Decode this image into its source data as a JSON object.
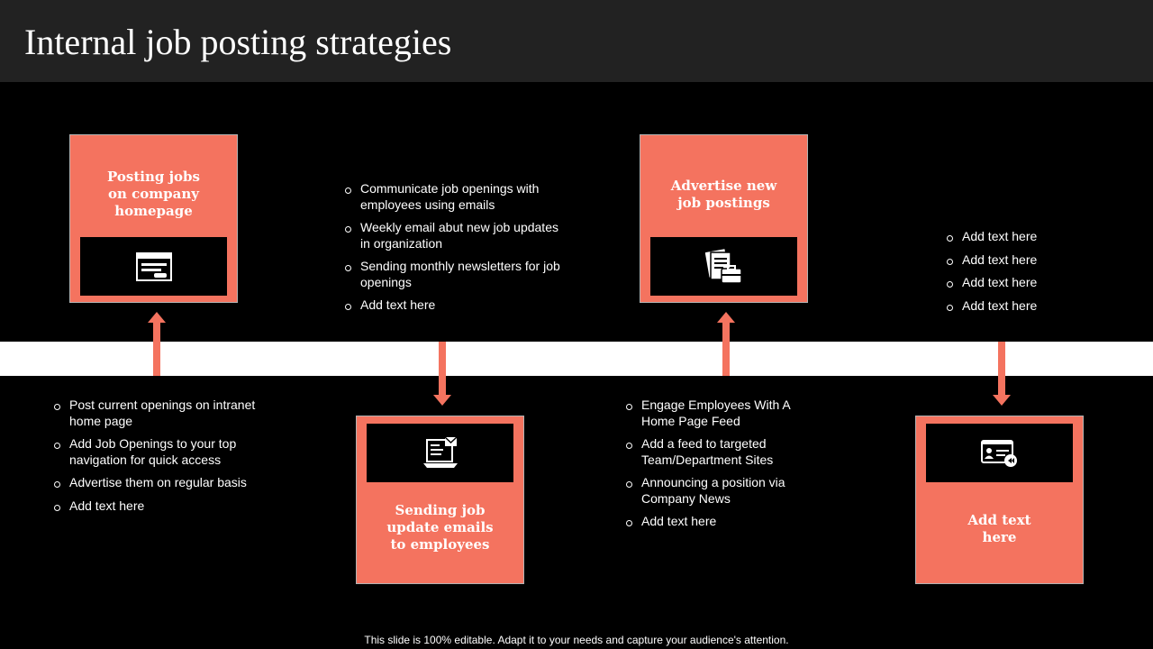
{
  "slide": {
    "title": "Internal job posting strategies",
    "footer": "This slide is 100% editable. Adapt it to your needs and capture your audience's attention."
  },
  "colors": {
    "accent": "#f4735f",
    "background": "#000000",
    "header": "#222222",
    "band": "#ffffff"
  },
  "steps": [
    {
      "title": "Posting jobs on company homepage",
      "icon": "browser-window-icon",
      "bullets": [
        "Post current openings on intranet home page",
        "Add Job Openings to your top navigation for quick access",
        "Advertise them on regular basis",
        "Add text here"
      ]
    },
    {
      "title": "Sending job update emails to employees",
      "icon": "laptop-email-icon",
      "bullets": [
        "Communicate job openings with employees using emails",
        "Weekly email abut new job updates in organization",
        "Sending monthly newsletters for job openings",
        "Add text here"
      ]
    },
    {
      "title": "Advertise new job postings",
      "icon": "documents-briefcase-icon",
      "bullets": [
        "Engage Employees With A Home Page Feed",
        "Add a feed to targeted Team/Department Sites",
        "Announcing a position via Company News",
        "Add text here"
      ]
    },
    {
      "title": "Add text here",
      "icon": "id-card-icon",
      "bullets": [
        "Add text here",
        "Add text here",
        "Add text here",
        "Add text here"
      ]
    }
  ]
}
